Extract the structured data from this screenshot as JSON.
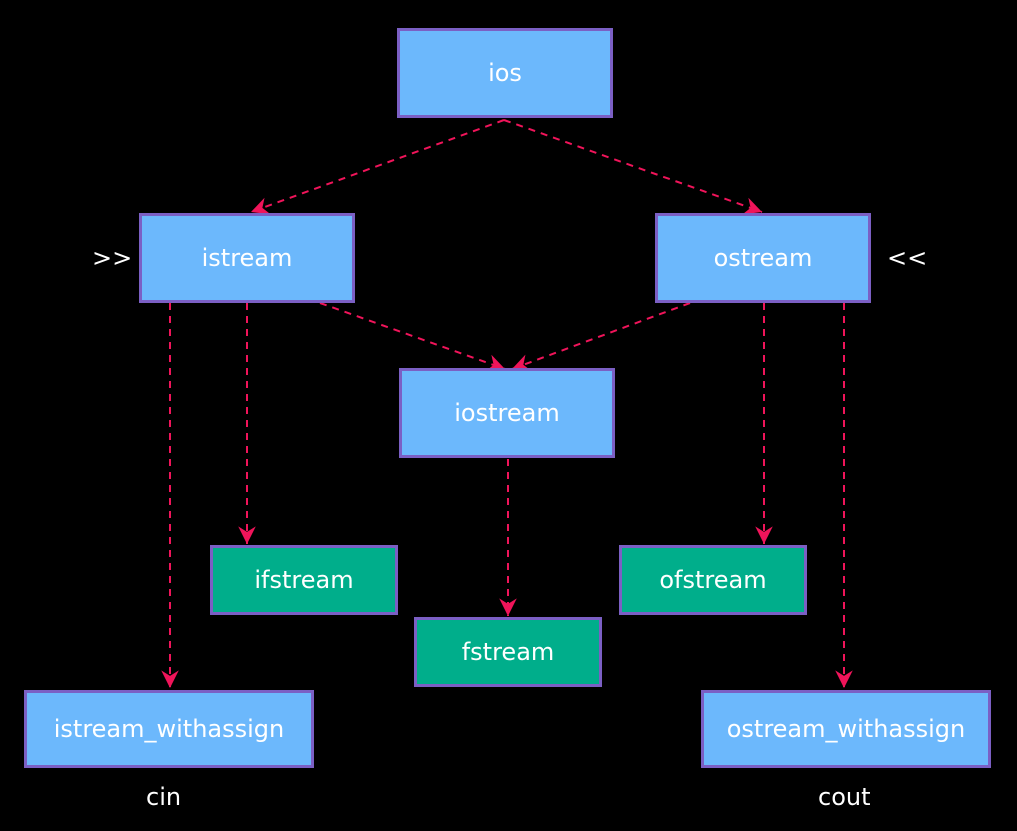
{
  "nodes": {
    "ios": "ios",
    "istream": "istream",
    "ostream": "ostream",
    "iostream": "iostream",
    "ifstream": "ifstream",
    "ofstream": "ofstream",
    "fstream": "fstream",
    "istream_withassign": "istream_withassign",
    "ostream_withassign": "ostream_withassign"
  },
  "annotations": {
    "extraction_op": ">>",
    "insertion_op": "<<",
    "cin": "cin",
    "cout": "cout"
  },
  "colors": {
    "base_class": "#6cb8fc",
    "file_class": "#00ae8b",
    "border": "#7b5fc4",
    "arrow": "#f0145a",
    "background": "#000000"
  }
}
